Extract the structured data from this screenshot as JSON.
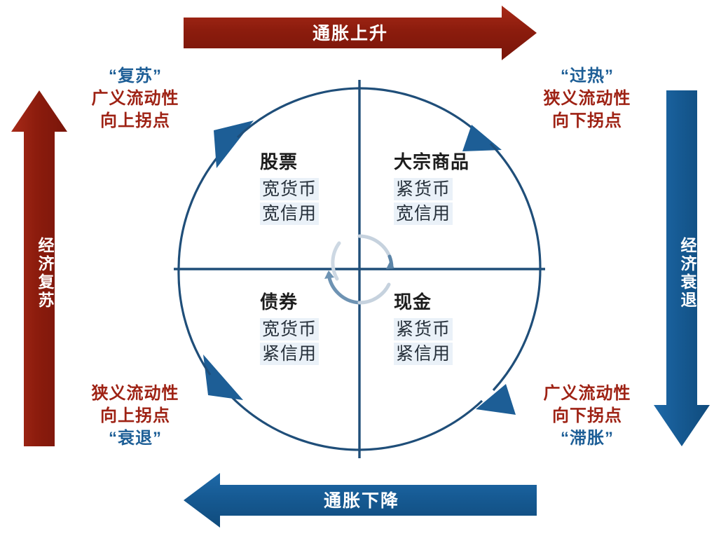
{
  "colors": {
    "red": "#9E2214",
    "red_dark": "#7E170C",
    "blue": "#1D5E96",
    "blue_dark": "#13456F",
    "circle_stroke": "#1F4E79",
    "chip_bg": "#eaf1f8",
    "text_dark": "#1c1c1c"
  },
  "arrows": {
    "top": {
      "label": "通胀上升",
      "direction": "right",
      "color": "#9E2214"
    },
    "bottom": {
      "label": "通胀下降",
      "direction": "left",
      "color": "#1D5E96"
    },
    "left": {
      "label": "经济复苏",
      "direction": "up",
      "color": "#9E2214"
    },
    "right": {
      "label": "经济衰退",
      "direction": "down",
      "color": "#1D5E96"
    }
  },
  "corners": {
    "top_left": {
      "lines": [
        {
          "text": "“复苏”",
          "color": "blue"
        },
        {
          "text": "广义流动性",
          "color": "red"
        },
        {
          "text": "向上拐点",
          "color": "red"
        }
      ]
    },
    "top_right": {
      "lines": [
        {
          "text": "“过热”",
          "color": "blue"
        },
        {
          "text": "狭义流动性",
          "color": "red"
        },
        {
          "text": "向下拐点",
          "color": "red"
        }
      ]
    },
    "bottom_left": {
      "lines": [
        {
          "text": "狭义流动性",
          "color": "red"
        },
        {
          "text": "向上拐点",
          "color": "red"
        },
        {
          "text": "“衰退”",
          "color": "blue"
        }
      ]
    },
    "bottom_right": {
      "lines": [
        {
          "text": "广义流动性",
          "color": "red"
        },
        {
          "text": "向下拐点",
          "color": "red"
        },
        {
          "text": "“滞胀”",
          "color": "blue"
        }
      ]
    }
  },
  "quadrants": {
    "top_left": {
      "title": "股票",
      "sub1": "宽货币",
      "sub2": "宽信用"
    },
    "top_right": {
      "title": "大宗商品",
      "sub1": "紧货币",
      "sub2": "宽信用"
    },
    "bottom_left": {
      "title": "债券",
      "sub1": "宽货币",
      "sub2": "紧信用"
    },
    "bottom_right": {
      "title": "现金",
      "sub1": "紧货币",
      "sub2": "紧信用"
    }
  },
  "center": {
    "rotation": "clockwise-cycle"
  }
}
